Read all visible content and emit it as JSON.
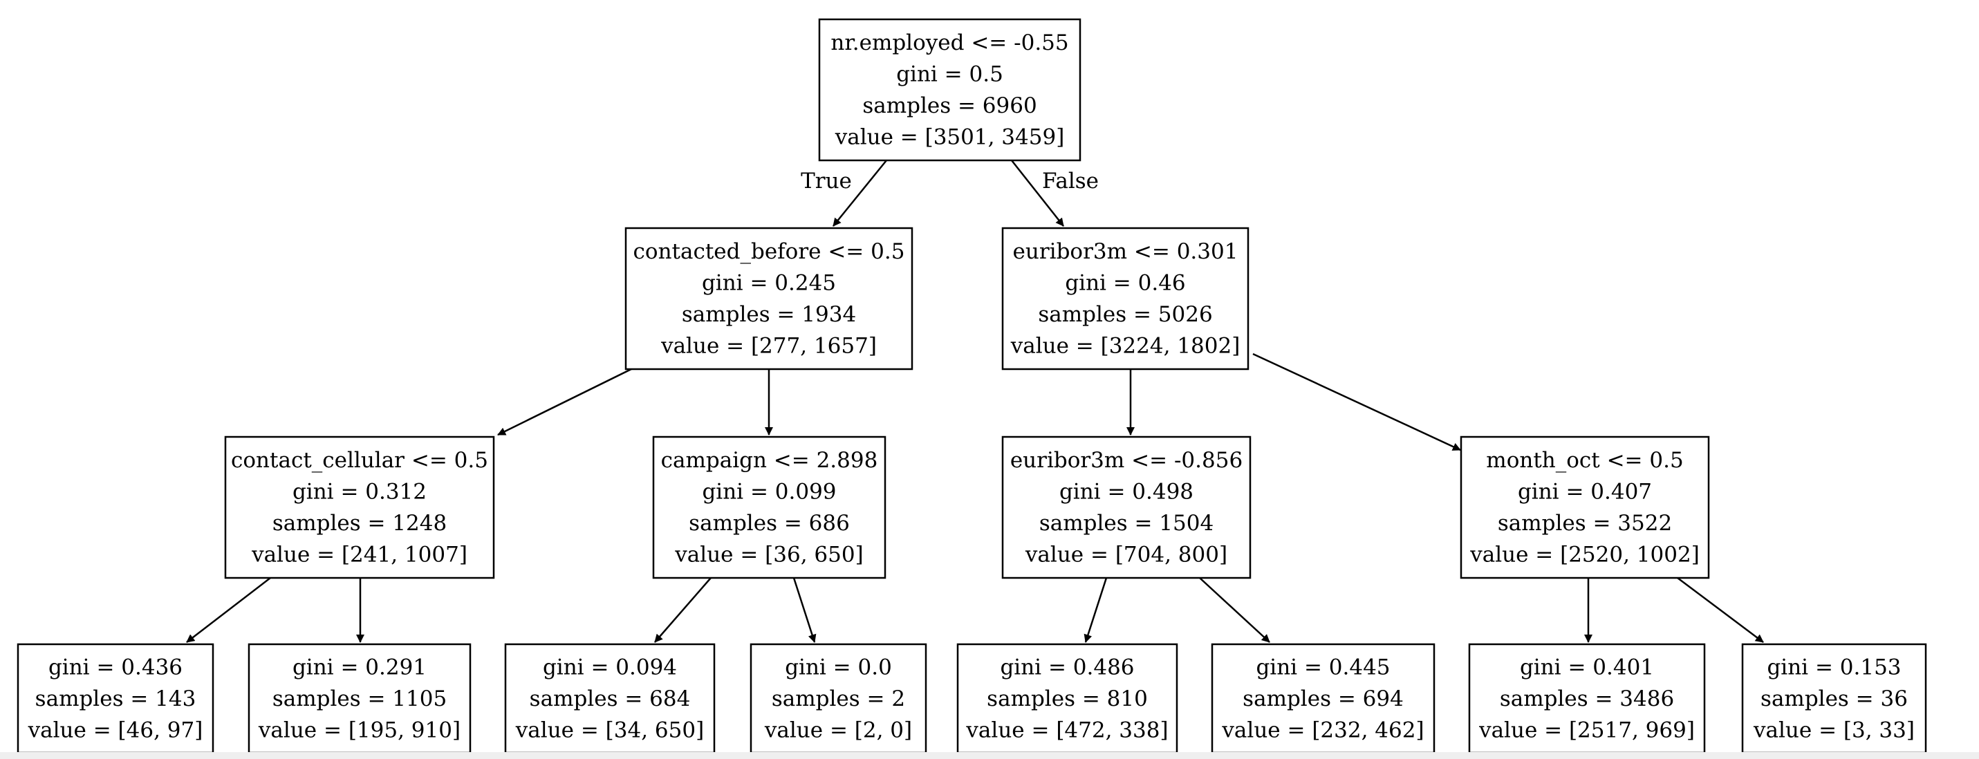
{
  "diagram": {
    "type": "decision-tree",
    "edge_labels": {
      "true_label": "True",
      "false_label": "False"
    },
    "nodes": [
      {
        "id": "root",
        "lines": [
          "nr.employed <= -0.55",
          "gini = 0.5",
          "samples = 6960",
          "value = [3501, 3459]"
        ]
      },
      {
        "id": "l",
        "lines": [
          "contacted_before <= 0.5",
          "gini = 0.245",
          "samples = 1934",
          "value = [277, 1657]"
        ]
      },
      {
        "id": "r",
        "lines": [
          "euribor3m <= 0.301",
          "gini = 0.46",
          "samples = 5026",
          "value = [3224, 1802]"
        ]
      },
      {
        "id": "ll",
        "lines": [
          "contact_cellular <= 0.5",
          "gini = 0.312",
          "samples = 1248",
          "value = [241, 1007]"
        ]
      },
      {
        "id": "lr",
        "lines": [
          "campaign <= 2.898",
          "gini = 0.099",
          "samples = 686",
          "value = [36, 650]"
        ]
      },
      {
        "id": "rl",
        "lines": [
          "euribor3m <= -0.856",
          "gini = 0.498",
          "samples = 1504",
          "value = [704, 800]"
        ]
      },
      {
        "id": "rr",
        "lines": [
          "month_oct <= 0.5",
          "gini = 0.407",
          "samples = 3522",
          "value = [2520, 1002]"
        ]
      },
      {
        "id": "lll",
        "lines": [
          "gini = 0.436",
          "samples = 143",
          "value = [46, 97]"
        ]
      },
      {
        "id": "llr",
        "lines": [
          "gini = 0.291",
          "samples = 1105",
          "value = [195, 910]"
        ]
      },
      {
        "id": "lrl",
        "lines": [
          "gini = 0.094",
          "samples = 684",
          "value = [34, 650]"
        ]
      },
      {
        "id": "lrr",
        "lines": [
          "gini = 0.0",
          "samples = 2",
          "value = [2, 0]"
        ]
      },
      {
        "id": "rll",
        "lines": [
          "gini = 0.486",
          "samples = 810",
          "value = [472, 338]"
        ]
      },
      {
        "id": "rlr",
        "lines": [
          "gini = 0.445",
          "samples = 694",
          "value = [232, 462]"
        ]
      },
      {
        "id": "rrl",
        "lines": [
          "gini = 0.401",
          "samples = 3486",
          "value = [2517, 969]"
        ]
      },
      {
        "id": "rrr",
        "lines": [
          "gini = 0.153",
          "samples = 36",
          "value = [3, 33]"
        ]
      }
    ],
    "edges": [
      {
        "from": "root",
        "to": "l"
      },
      {
        "from": "root",
        "to": "r"
      },
      {
        "from": "l",
        "to": "ll"
      },
      {
        "from": "l",
        "to": "lr"
      },
      {
        "from": "r",
        "to": "rl"
      },
      {
        "from": "r",
        "to": "rr"
      },
      {
        "from": "ll",
        "to": "lll"
      },
      {
        "from": "ll",
        "to": "llr"
      },
      {
        "from": "lr",
        "to": "lrl"
      },
      {
        "from": "lr",
        "to": "lrr"
      },
      {
        "from": "rl",
        "to": "rll"
      },
      {
        "from": "rl",
        "to": "rlr"
      },
      {
        "from": "rr",
        "to": "rrl"
      },
      {
        "from": "rr",
        "to": "rrr"
      }
    ]
  }
}
